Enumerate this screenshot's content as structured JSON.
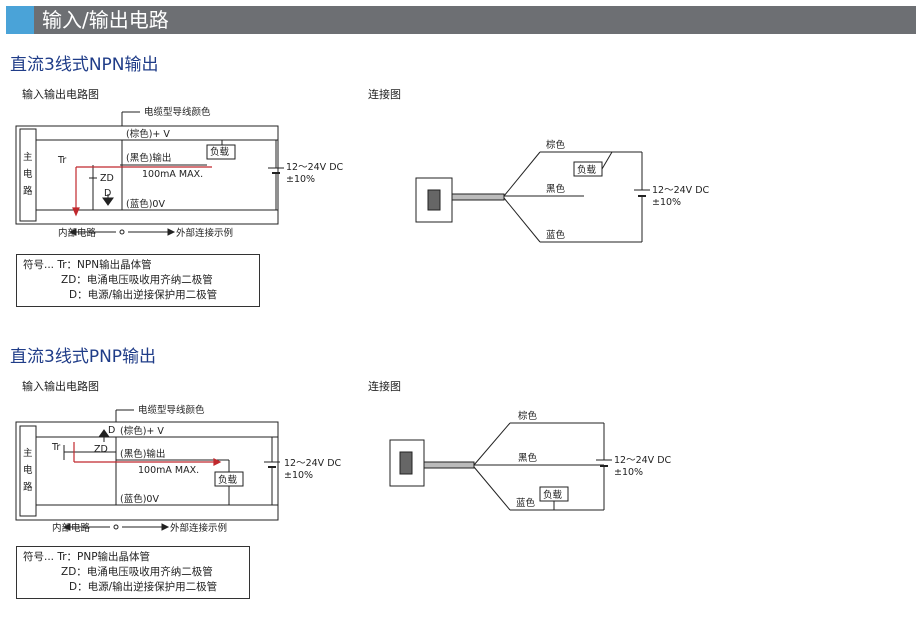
{
  "header": {
    "title": "输入/输出电路"
  },
  "npn": {
    "title": "直流3线式NPN输出",
    "circuit_label": "输入输出电路图",
    "wiring_label": "连接图",
    "cable_color_label": "电缆型导线颜色",
    "brown_plus": "(棕色)+ V",
    "black_out": "(黑色)输出",
    "blue_0v": "(蓝色)0V",
    "max_current": "100mA MAX.",
    "load": "负载",
    "supply_v": "12～24V DC",
    "supply_tol": "±10%",
    "main_c1": "主",
    "main_c2": "电",
    "main_c3": "路",
    "tr": "Tr",
    "zd": "ZD",
    "d": "D",
    "internal": "内部电路",
    "external": "外部连接示例",
    "wire_brown": "棕色",
    "wire_black": "黑色",
    "wire_blue": "蓝色",
    "legend": [
      "符号... Tr：NPN输出晶体管",
      "ZD：电涌电压吸收用齐纳二极管",
      "D：电源/输出逆接保护用二极管"
    ]
  },
  "pnp": {
    "title": "直流3线式PNP输出",
    "circuit_label": "输入输出电路图",
    "wiring_label": "连接图",
    "cable_color_label": "电缆型导线颜色",
    "brown_plus": "(棕色)+ V",
    "black_out": "(黑色)输出",
    "blue_0v": "(蓝色)0V",
    "max_current": "100mA MAX.",
    "load": "负载",
    "supply_v": "12～24V DC",
    "supply_tol": "±10%",
    "main_c1": "主",
    "main_c2": "电",
    "main_c3": "路",
    "tr": "Tr",
    "zd": "ZD",
    "d": "D",
    "internal": "内部电路",
    "external": "外部连接示例",
    "wire_brown": "棕色",
    "wire_black": "黑色",
    "wire_blue": "蓝色",
    "legend": [
      "符号... Tr：PNP输出晶体管",
      "ZD：电涌电压吸收用齐纳二极管",
      "D：电源/输出逆接保护用二极管"
    ]
  }
}
